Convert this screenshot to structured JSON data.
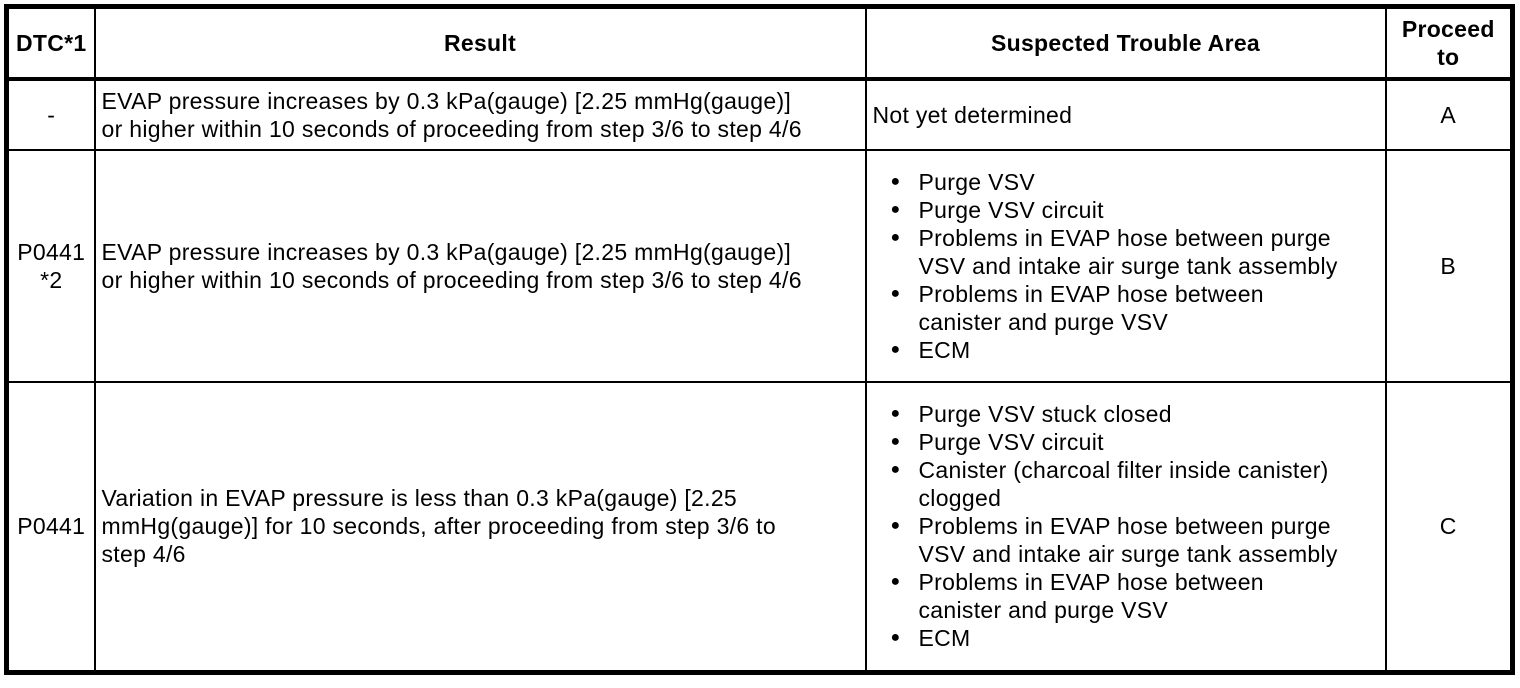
{
  "table": {
    "colors": {
      "border": "#000000",
      "background": "#ffffff",
      "text": "#000000"
    },
    "headers": {
      "dtc": "DTC*1",
      "result": "Result",
      "trouble": "Suspected Trouble Area",
      "proceed": "Proceed\nto"
    },
    "rows": [
      {
        "dtc": "-",
        "result": "EVAP pressure increases by 0.3 kPa(gauge) [2.25 mmHg(gauge)]\nor higher within 10 seconds of proceeding from step 3/6 to step 4/6",
        "trouble_text": "Not yet determined",
        "proceed": "A"
      },
      {
        "dtc": "P0441\n*2",
        "result": "EVAP pressure increases by 0.3 kPa(gauge) [2.25 mmHg(gauge)]\nor higher within 10 seconds of proceeding from step 3/6 to step 4/6",
        "trouble_items": [
          "Purge VSV",
          "Purge VSV circuit",
          "Problems in EVAP hose between purge\nVSV and intake air surge tank assembly",
          "Problems in EVAP hose between\ncanister and purge VSV",
          "ECM"
        ],
        "proceed": "B"
      },
      {
        "dtc": "P0441",
        "result": "Variation in EVAP pressure is less than 0.3 kPa(gauge) [2.25\nmmHg(gauge)] for 10 seconds, after proceeding from step 3/6 to\nstep 4/6",
        "trouble_items": [
          "Purge VSV stuck closed",
          "Purge VSV circuit",
          "Canister (charcoal filter inside canister)\nclogged",
          "Problems in EVAP hose between purge\nVSV and intake air surge tank assembly",
          "Problems in EVAP hose between\ncanister and purge VSV",
          "ECM"
        ],
        "proceed": "C"
      }
    ],
    "bullet_glyph": "●"
  }
}
